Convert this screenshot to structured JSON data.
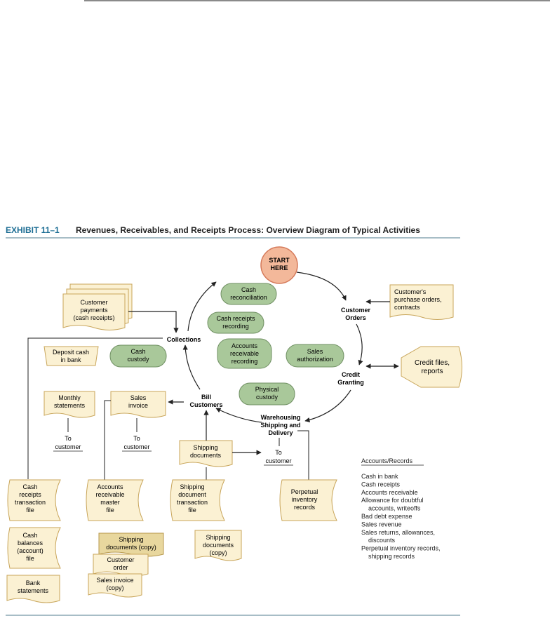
{
  "exhibit": {
    "label": "EXHIBIT 11–1",
    "title": "Revenues, Receivables, and Receipts Process: Overview Diagram of Typical Activities"
  },
  "cycle": {
    "start": [
      "START",
      "HERE"
    ],
    "customer_orders": [
      "Customer",
      "Orders"
    ],
    "credit_granting": [
      "Credit",
      "Granting"
    ],
    "warehousing": [
      "Warehousing",
      "Shipping and",
      "Delivery"
    ],
    "bill_customers": [
      "Bill",
      "Customers"
    ],
    "collections": "Collections"
  },
  "controls": {
    "cash_reconciliation": [
      "Cash",
      "reconciliation"
    ],
    "cash_receipts_recording": [
      "Cash receipts",
      "recording"
    ],
    "ar_recording": [
      "Accounts",
      "receivable",
      "recording"
    ],
    "sales_authorization": [
      "Sales",
      "authorization"
    ],
    "physical_custody": [
      "Physical",
      "custody"
    ],
    "cash_custody": [
      "Cash",
      "custody"
    ]
  },
  "documents": {
    "customer_payments": [
      "Customer",
      "payments",
      "(cash receipts)"
    ],
    "purchase_orders": [
      "Customer's",
      "purchase orders,",
      "contracts"
    ],
    "credit_files": [
      "Credit files,",
      "reports"
    ],
    "deposit_cash": [
      "Deposit cash",
      "in bank"
    ],
    "monthly_statements": [
      "Monthly",
      "statements"
    ],
    "sales_invoice": [
      "Sales",
      "invoice"
    ],
    "shipping_documents": [
      "Shipping",
      "documents"
    ],
    "to_customer": [
      "To",
      "customer"
    ]
  },
  "files": {
    "cash_receipts_file": [
      "Cash",
      "receipts",
      "transaction",
      "file"
    ],
    "ar_master_file": [
      "Accounts",
      "receivable",
      "master",
      "file"
    ],
    "shipping_doc_file": [
      "Shipping",
      "document",
      "transaction",
      "file"
    ],
    "perpetual_inventory": [
      "Perpetual",
      "inventory",
      "records"
    ],
    "cash_balances_file": [
      "Cash",
      "balances",
      "(account)",
      "file"
    ],
    "bank_statements": [
      "Bank",
      "statements"
    ],
    "shipping_docs_copy_green": [
      "Shipping",
      "documents (copy)"
    ],
    "customer_order": [
      "Customer",
      "order"
    ],
    "sales_invoice_copy": [
      "Sales invoice",
      "(copy)"
    ],
    "shipping_docs_copy": [
      "Shipping",
      "documents",
      "(copy)"
    ]
  },
  "accounts_records": {
    "title": "Accounts/Records",
    "items": [
      [
        "Cash in bank"
      ],
      [
        "Cash receipts"
      ],
      [
        "Accounts receivable"
      ],
      [
        "Allowance for doubtful",
        "accounts, writeoffs"
      ],
      [
        "Bad debt expense"
      ],
      [
        "Sales revenue"
      ],
      [
        "Sales returns, allowances,",
        "discounts"
      ],
      [
        "Perpetual inventory records,",
        "shipping records"
      ]
    ]
  },
  "colors": {
    "green_fill": "#a9c89a",
    "green_stroke": "#6f8f62",
    "doc_fill": "#fbf1d3",
    "doc_stroke": "#c8a55a",
    "start_fill": "#f3b89a",
    "start_stroke": "#d57a5a",
    "title_blue": "#1f6f95"
  }
}
